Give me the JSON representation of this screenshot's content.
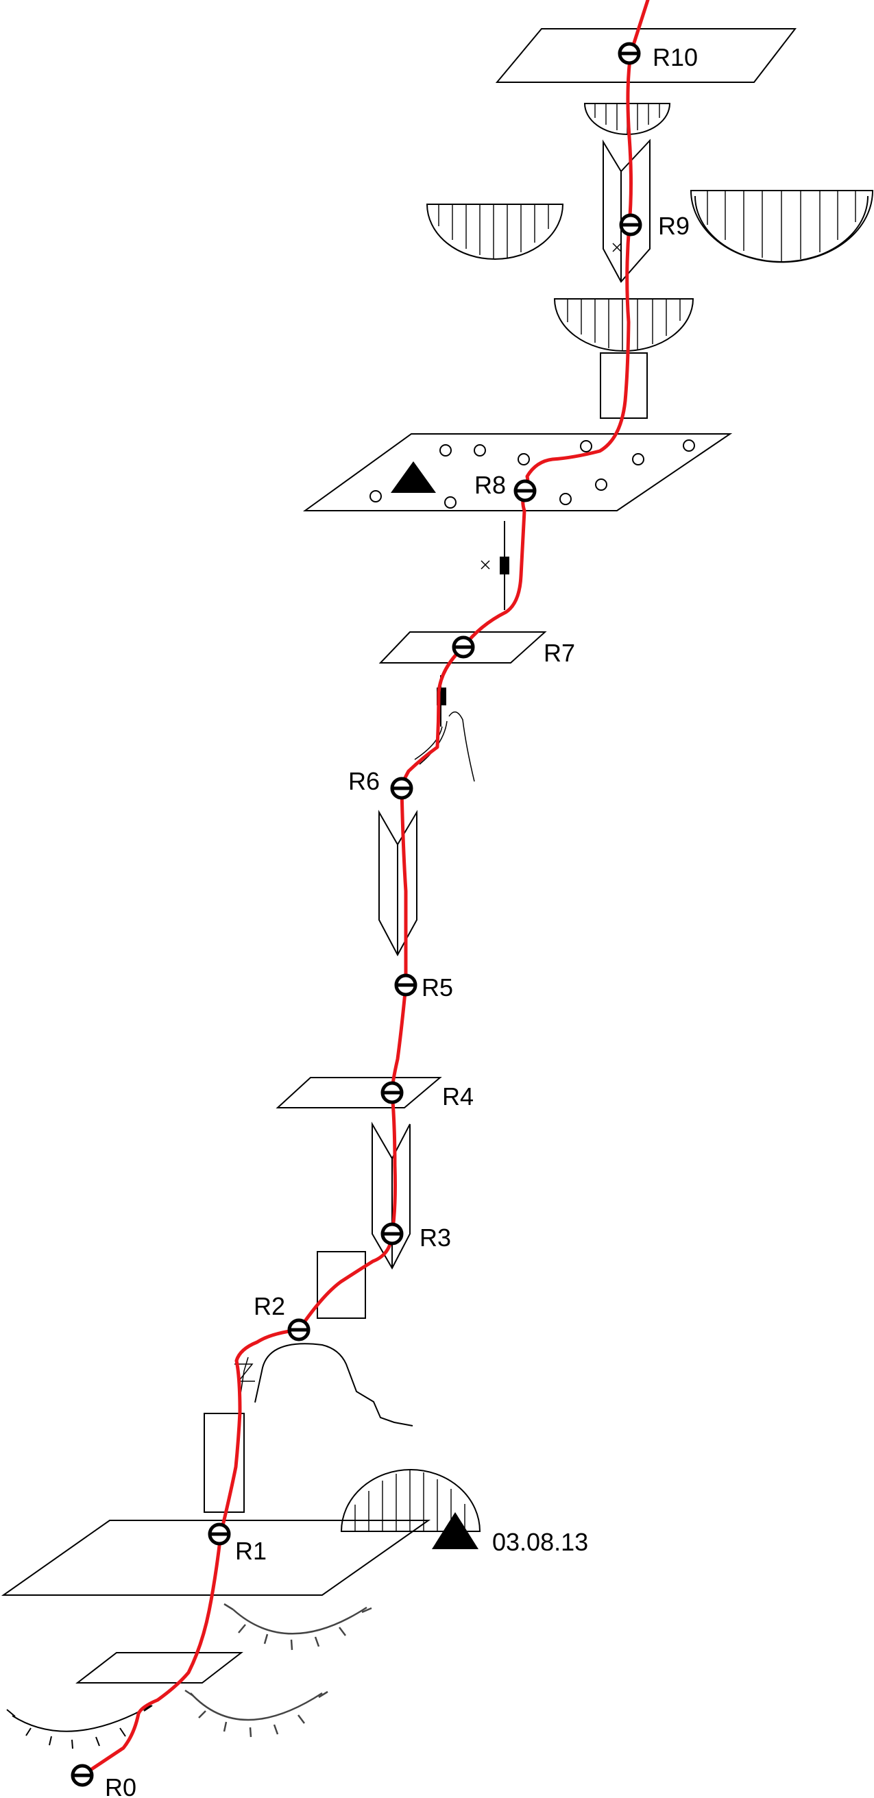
{
  "colors": {
    "route": "#e8161b",
    "ink": "#000000",
    "background": "#ffffff"
  },
  "anchors": [
    {
      "id": "R0",
      "label": "R0"
    },
    {
      "id": "R1",
      "label": "R1"
    },
    {
      "id": "R2",
      "label": "R2"
    },
    {
      "id": "R3",
      "label": "R3"
    },
    {
      "id": "R4",
      "label": "R4"
    },
    {
      "id": "R5",
      "label": "R5"
    },
    {
      "id": "R6",
      "label": "R6"
    },
    {
      "id": "R7",
      "label": "R7"
    },
    {
      "id": "R8",
      "label": "R8"
    },
    {
      "id": "R9",
      "label": "R9"
    },
    {
      "id": "R10",
      "label": "R10"
    }
  ],
  "annotation": {
    "date": "03.08.13"
  },
  "icons": {
    "anchor": "anchor-circle-icon",
    "camp": "triangle-icon",
    "piton": "piton-icon",
    "cross": "cross-icon"
  }
}
